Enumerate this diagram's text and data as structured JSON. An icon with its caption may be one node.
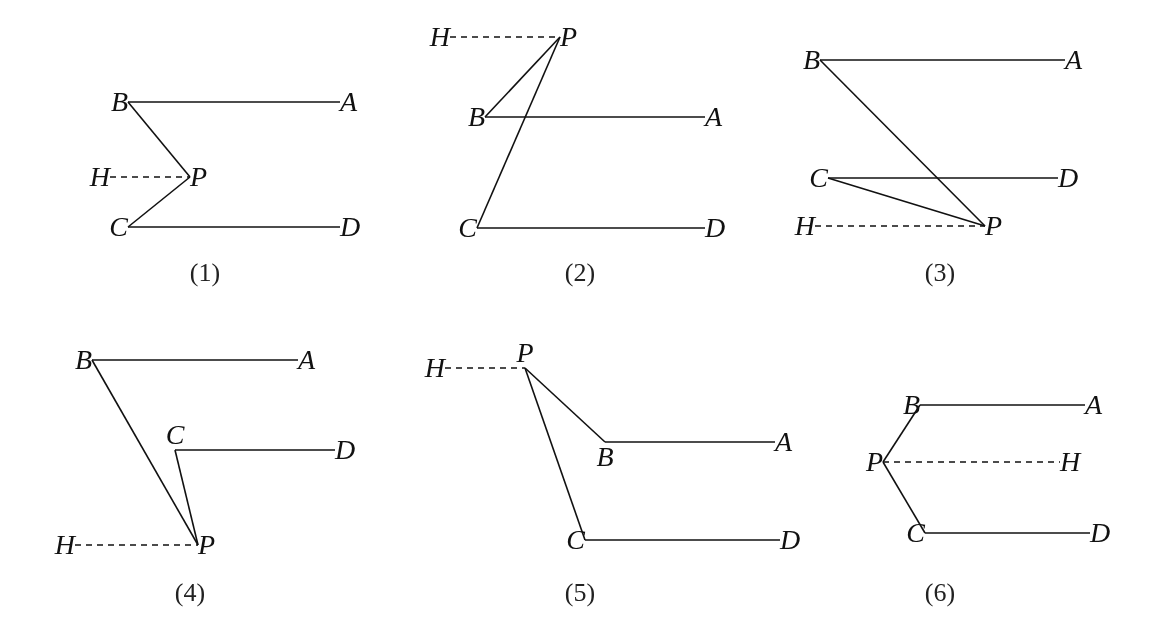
{
  "diagram": {
    "nodes": [
      {
        "text": [
          "B"
        ]
      },
      {
        "text": [
          "A"
        ]
      },
      {
        "text": [
          "H"
        ]
      },
      {
        "text": [
          "P"
        ]
      },
      {
        "text": [
          "C"
        ]
      },
      {
        "text": [
          "D"
        ]
      },
      {
        "text": [
          "H"
        ]
      },
      {
        "text": [
          "P"
        ]
      },
      {
        "text": [
          "B"
        ]
      },
      {
        "text": [
          "A"
        ]
      },
      {
        "text": [
          "C"
        ]
      },
      {
        "text": [
          "D"
        ]
      },
      {
        "text": [
          "B"
        ]
      },
      {
        "text": [
          "A"
        ]
      },
      {
        "text": [
          "C"
        ]
      },
      {
        "text": [
          "D"
        ]
      },
      {
        "text": [
          "H"
        ]
      },
      {
        "text": [
          "P"
        ]
      },
      {
        "text": [
          "B"
        ]
      },
      {
        "text": [
          "A"
        ]
      },
      {
        "text": [
          "C"
        ]
      },
      {
        "text": [
          "D"
        ]
      },
      {
        "text": [
          "H"
        ]
      },
      {
        "text": [
          "P"
        ]
      },
      {
        "text": [
          "H"
        ]
      },
      {
        "text": [
          "P"
        ]
      },
      {
        "text": [
          "B"
        ]
      },
      {
        "text": [
          "A"
        ]
      },
      {
        "text": [
          "C"
        ]
      },
      {
        "text": [
          "D"
        ]
      },
      {
        "text": [
          "B"
        ]
      },
      {
        "text": [
          "A"
        ]
      },
      {
        "text": [
          "P"
        ]
      },
      {
        "text": [
          "H"
        ]
      },
      {
        "text": [
          "C"
        ]
      },
      {
        "text": [
          "D"
        ]
      }
    ],
    "edges": [
      {
        "from": 0,
        "to": 1,
        "arrow": "none"
      },
      {
        "from": 0,
        "to": 3,
        "arrow": "none"
      },
      {
        "from": 3,
        "to": 4,
        "arrow": "none"
      },
      {
        "from": 4,
        "to": 5,
        "arrow": "none"
      },
      {
        "from": 2,
        "to": 3,
        "arrow": "none",
        "style": "dashed"
      },
      {
        "from": 6,
        "to": 7,
        "arrow": "none",
        "style": "dashed"
      },
      {
        "from": 7,
        "to": 8,
        "arrow": "none"
      },
      {
        "from": 8,
        "to": 9,
        "arrow": "none"
      },
      {
        "from": 7,
        "to": 10,
        "arrow": "none"
      },
      {
        "from": 10,
        "to": 11,
        "arrow": "none"
      },
      {
        "from": 12,
        "to": 13,
        "arrow": "none"
      },
      {
        "from": 12,
        "to": 17,
        "arrow": "none"
      },
      {
        "from": 14,
        "to": 15,
        "arrow": "none"
      },
      {
        "from": 14,
        "to": 17,
        "arrow": "none"
      },
      {
        "from": 16,
        "to": 17,
        "arrow": "none",
        "style": "dashed"
      },
      {
        "from": 18,
        "to": 19,
        "arrow": "none"
      },
      {
        "from": 18,
        "to": 23,
        "arrow": "none"
      },
      {
        "from": 20,
        "to": 21,
        "arrow": "none"
      },
      {
        "from": 20,
        "to": 23,
        "arrow": "none"
      },
      {
        "from": 22,
        "to": 23,
        "arrow": "none",
        "style": "dashed"
      },
      {
        "from": 24,
        "to": 25,
        "arrow": "none",
        "style": "dashed"
      },
      {
        "from": 25,
        "to": 26,
        "arrow": "none"
      },
      {
        "from": 26,
        "to": 27,
        "arrow": "none"
      },
      {
        "from": 25,
        "to": 28,
        "arrow": "none"
      },
      {
        "from": 28,
        "to": 29,
        "arrow": "none"
      },
      {
        "from": 30,
        "to": 31,
        "arrow": "none"
      },
      {
        "from": 30,
        "to": 32,
        "arrow": "none"
      },
      {
        "from": 32,
        "to": 33,
        "arrow": "none",
        "style": "dashed"
      },
      {
        "from": 32,
        "to": 34,
        "arrow": "none"
      },
      {
        "from": 34,
        "to": 35,
        "arrow": "none"
      }
    ],
    "labels": [
      "(1)",
      "(2)",
      "(3)",
      "(4)",
      "(5)",
      "(6)"
    ]
  }
}
